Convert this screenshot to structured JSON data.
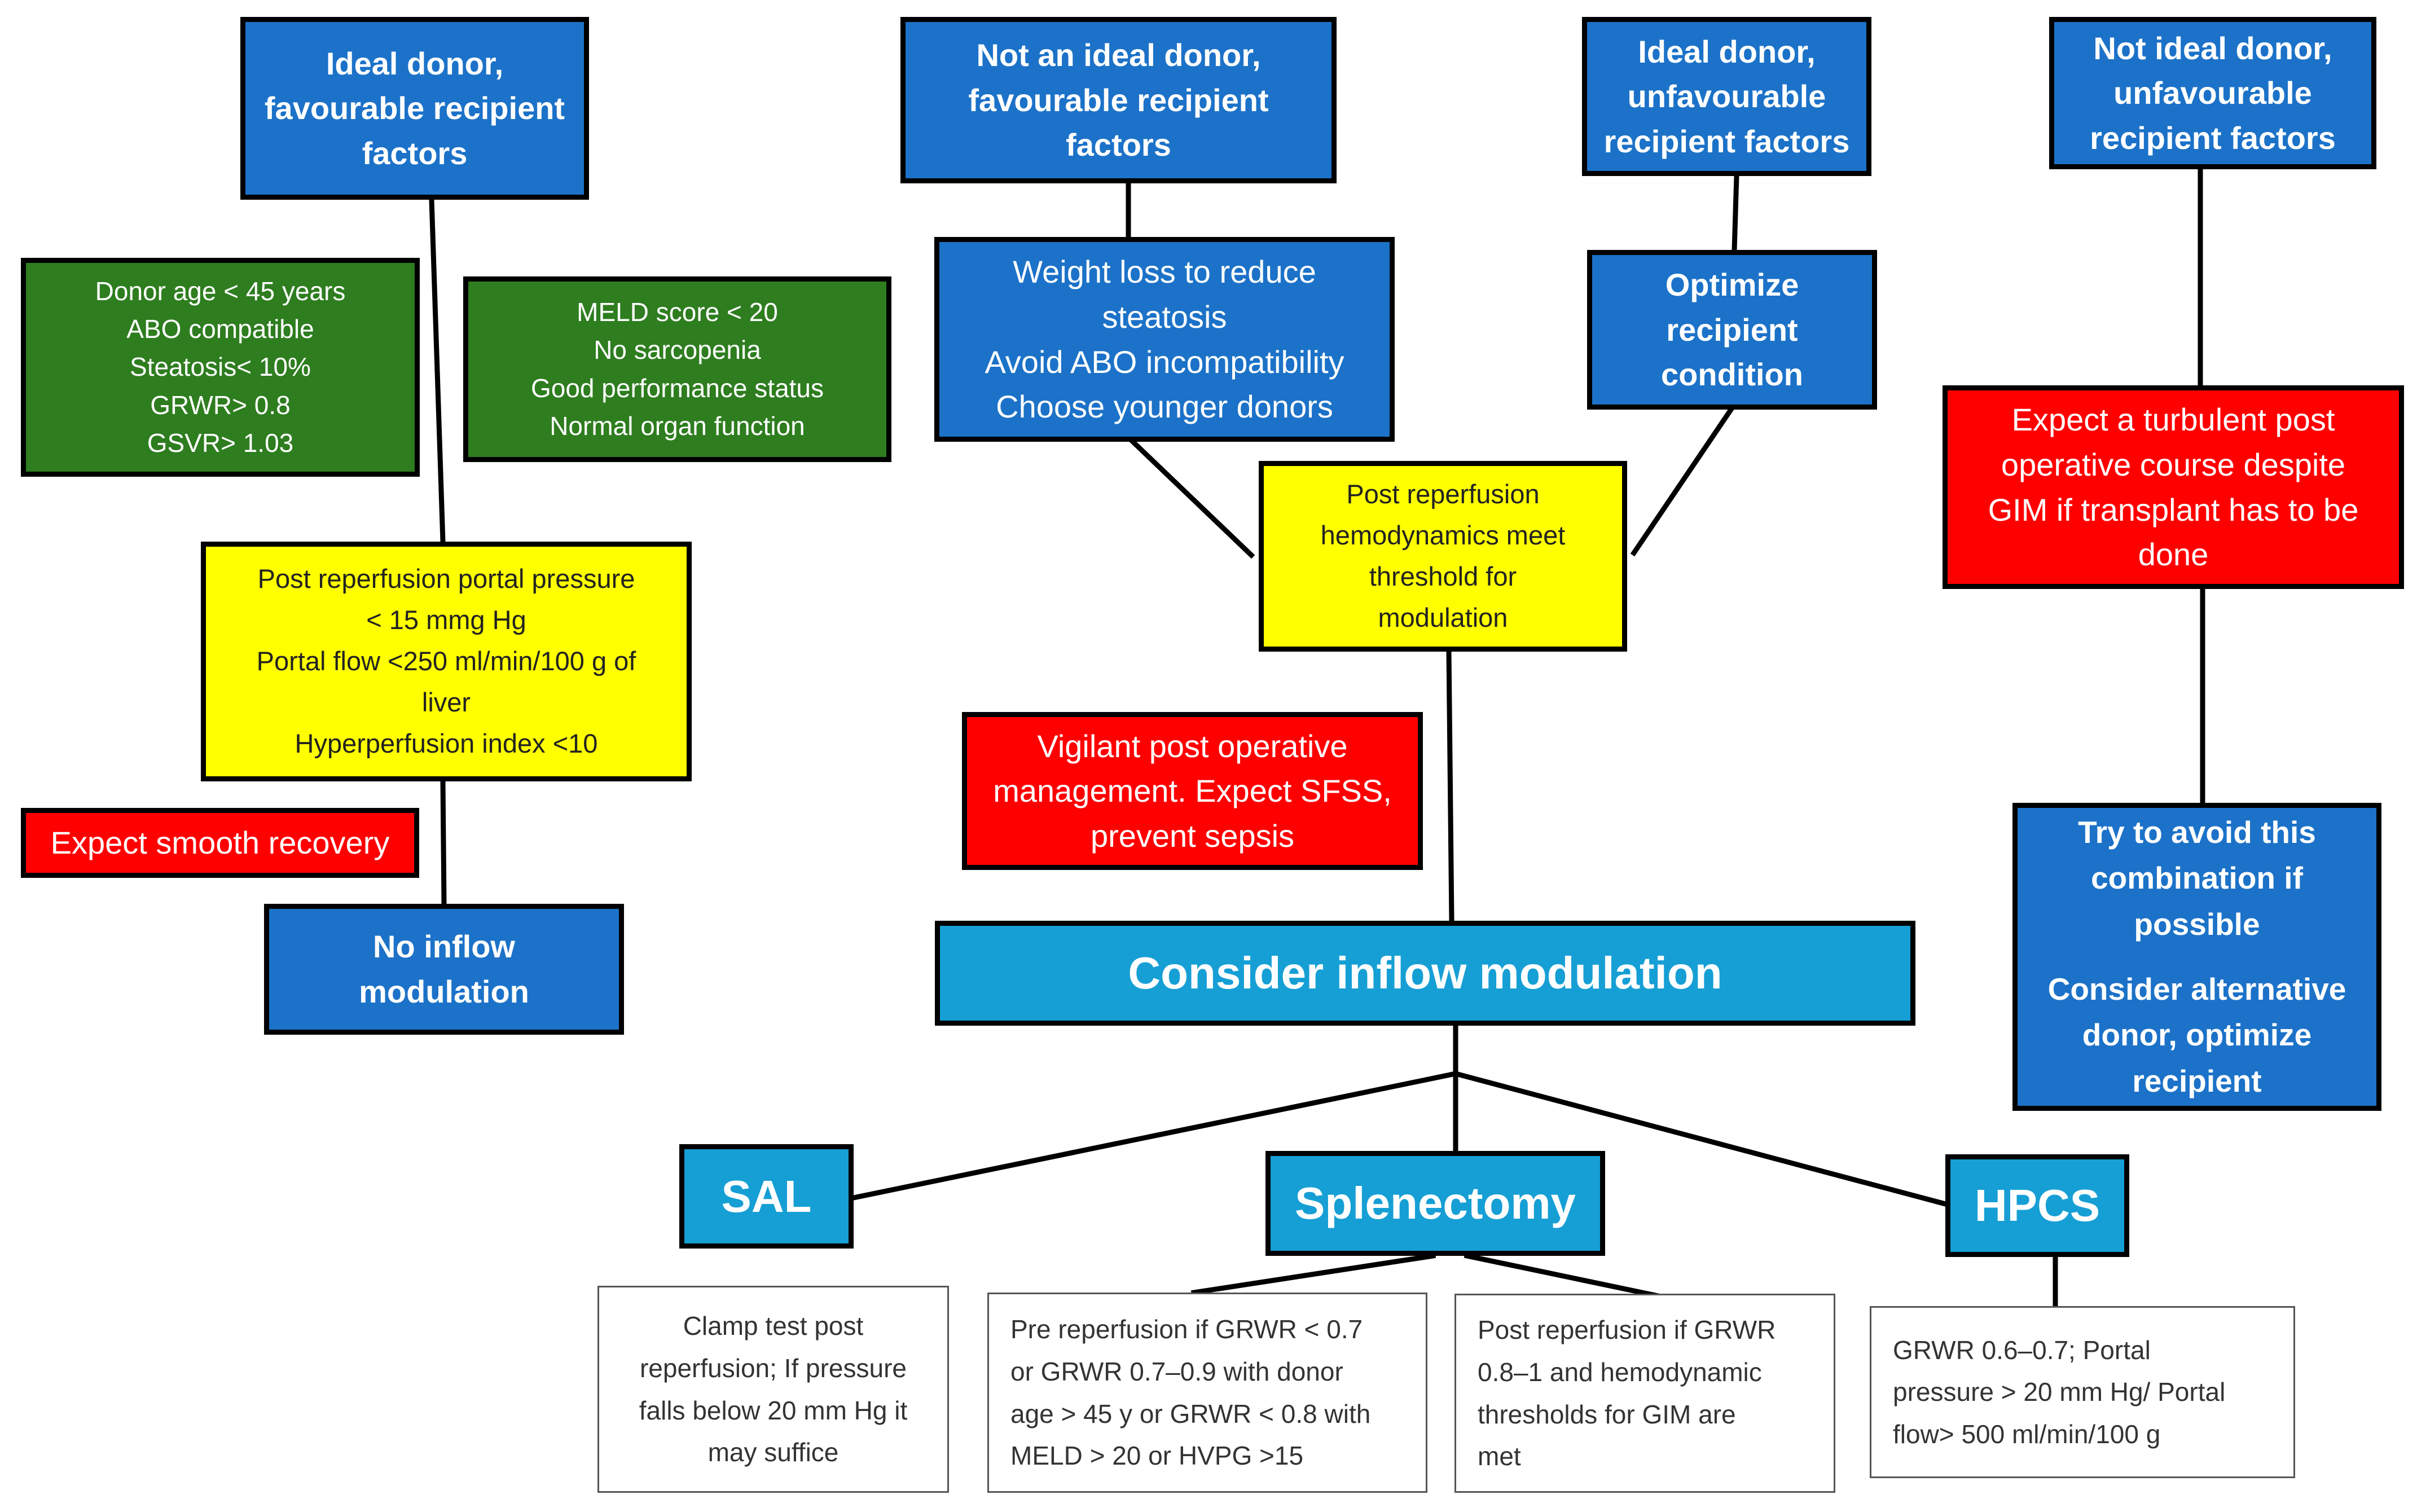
{
  "colors": {
    "blue": "#1c72c8",
    "green": "#2e7d1f",
    "yellow": "#ffff00",
    "red": "#ff0000",
    "cyan": "#169fd5",
    "line": "#000000"
  },
  "top_boxes": {
    "ideal_favourable": [
      "Ideal donor,",
      "favourable recipient",
      "factors"
    ],
    "not_ideal_favourable": [
      "Not an ideal donor,",
      "favourable recipient",
      "factors"
    ],
    "ideal_unfavourable": [
      "Ideal donor,",
      "unfavourable",
      "recipient factors"
    ],
    "not_ideal_unfavourable": [
      "Not ideal donor,",
      "unfavourable",
      "recipient factors"
    ]
  },
  "donor_criteria": [
    "Donor age < 45 years",
    "ABO compatible",
    "Steatosis< 10%",
    "GRWR> 0.8",
    "GSVR> 1.03"
  ],
  "recipient_criteria": [
    "MELD score < 20",
    "No sarcopenia",
    "Good performance status",
    "Normal organ function"
  ],
  "portal_thresholds": [
    "Post reperfusion portal pressure",
    "< 15 mmg Hg",
    "Portal flow <250 ml/min/100 g of",
    "liver",
    "Hyperperfusion index <10"
  ],
  "smooth_recovery": "Expect smooth recovery",
  "no_inflow": [
    "No inflow",
    "modulation"
  ],
  "donor_strategies": [
    "Weight loss to reduce",
    "steatosis",
    "Avoid ABO incompatibility",
    "Choose younger donors"
  ],
  "optimize_recipient": [
    "Optimize",
    "recipient",
    "condition"
  ],
  "hemodynamics_threshold": [
    "Post reperfusion",
    "hemodynamics meet",
    "threshold for",
    "modulation"
  ],
  "vigilant": [
    "Vigilant post operative",
    "management. Expect SFSS,",
    "prevent sepsis"
  ],
  "turbulent": [
    "Expect a turbulent post",
    "operative course despite",
    "GIM if transplant has to be",
    "done"
  ],
  "avoid_combination": {
    "part1": [
      "Try to avoid this",
      "combination if",
      "possible"
    ],
    "part2": [
      "Consider alternative",
      "donor, optimize",
      "recipient"
    ]
  },
  "consider_inflow": "Consider inflow modulation",
  "options": {
    "sal": "SAL",
    "splenectomy": "Splenectomy",
    "hpcs": "HPCS"
  },
  "option_notes": {
    "sal": [
      "Clamp test post",
      "reperfusion; If pressure",
      "falls below 20 mm Hg it",
      "may suffice"
    ],
    "splenectomy_pre": [
      "Pre reperfusion if GRWR < 0.7",
      "or GRWR 0.7–0.9 with donor",
      "age > 45 y or GRWR < 0.8 with",
      "MELD > 20 or HVPG >15"
    ],
    "splenectomy_post": [
      "Post reperfusion if GRWR",
      "0.8–1 and hemodynamic",
      "thresholds for GIM are",
      "met"
    ],
    "hpcs": [
      "GRWR 0.6–0.7; Portal",
      "pressure > 20 mm Hg/ Portal",
      "flow> 500 ml/min/100 g"
    ]
  }
}
